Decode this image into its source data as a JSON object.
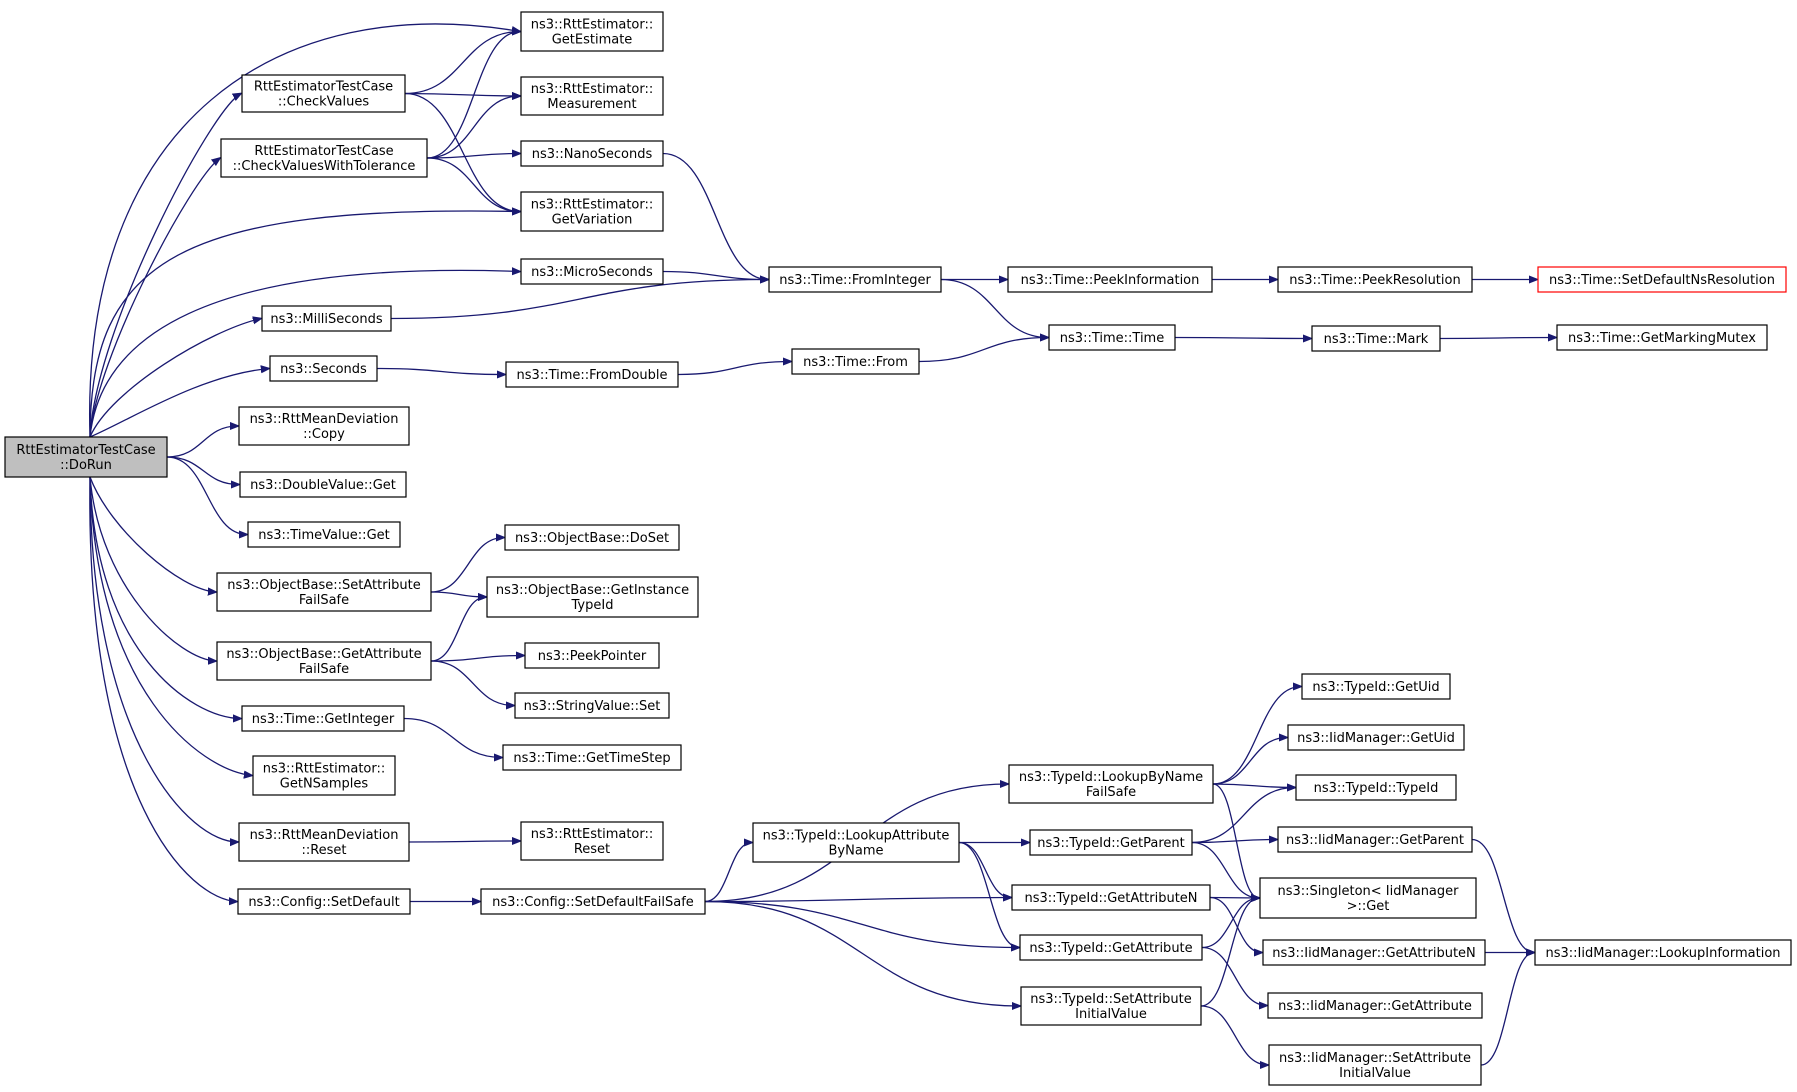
{
  "nodes": [
    {
      "id": "root",
      "lines": [
        "RttEstimatorTestCase",
        "::DoRun"
      ],
      "style": "root"
    },
    {
      "id": "checkvalues",
      "lines": [
        "RttEstimatorTestCase",
        "::CheckValues"
      ]
    },
    {
      "id": "checkvaluestol",
      "lines": [
        "RttEstimatorTestCase",
        "::CheckValuesWithTolerance"
      ]
    },
    {
      "id": "millis",
      "lines": [
        "ns3::MilliSeconds"
      ]
    },
    {
      "id": "seconds",
      "lines": [
        "ns3::Seconds"
      ]
    },
    {
      "id": "rmd_copy",
      "lines": [
        "ns3::RttMeanDeviation",
        "::Copy"
      ]
    },
    {
      "id": "dv_get",
      "lines": [
        "ns3::DoubleValue::Get"
      ]
    },
    {
      "id": "tv_get",
      "lines": [
        "ns3::TimeValue::Get"
      ]
    },
    {
      "id": "ob_setattr",
      "lines": [
        "ns3::ObjectBase::SetAttribute",
        "FailSafe"
      ]
    },
    {
      "id": "ob_getattr",
      "lines": [
        "ns3::ObjectBase::GetAttribute",
        "FailSafe"
      ]
    },
    {
      "id": "time_getinteger",
      "lines": [
        "ns3::Time::GetInteger"
      ]
    },
    {
      "id": "re_getnsamples",
      "lines": [
        "ns3::RttEstimator::",
        "GetNSamples"
      ]
    },
    {
      "id": "rmd_reset",
      "lines": [
        "ns3::RttMeanDeviation",
        "::Reset"
      ]
    },
    {
      "id": "cfg_setdefault",
      "lines": [
        "ns3::Config::SetDefault"
      ]
    },
    {
      "id": "re_getestimate",
      "lines": [
        "ns3::RttEstimator::",
        "GetEstimate"
      ]
    },
    {
      "id": "re_measurement",
      "lines": [
        "ns3::RttEstimator::",
        "Measurement"
      ]
    },
    {
      "id": "nanos",
      "lines": [
        "ns3::NanoSeconds"
      ]
    },
    {
      "id": "re_getvariation",
      "lines": [
        "ns3::RttEstimator::",
        "GetVariation"
      ]
    },
    {
      "id": "micros",
      "lines": [
        "ns3::MicroSeconds"
      ]
    },
    {
      "id": "time_fromdouble",
      "lines": [
        "ns3::Time::FromDouble"
      ]
    },
    {
      "id": "ob_doset",
      "lines": [
        "ns3::ObjectBase::DoSet"
      ]
    },
    {
      "id": "ob_getinstancetypeid",
      "lines": [
        "ns3::ObjectBase::GetInstance",
        "TypeId"
      ]
    },
    {
      "id": "peekpointer",
      "lines": [
        "ns3::PeekPointer"
      ]
    },
    {
      "id": "sv_set",
      "lines": [
        "ns3::StringValue::Set"
      ]
    },
    {
      "id": "time_gettimestep",
      "lines": [
        "ns3::Time::GetTimeStep"
      ]
    },
    {
      "id": "re_reset",
      "lines": [
        "ns3::RttEstimator::",
        "Reset"
      ]
    },
    {
      "id": "cfg_setdefaultfailsafe",
      "lines": [
        "ns3::Config::SetDefaultFailSafe"
      ]
    },
    {
      "id": "time_frominteger",
      "lines": [
        "ns3::Time::FromInteger"
      ]
    },
    {
      "id": "time_from",
      "lines": [
        "ns3::Time::From"
      ]
    },
    {
      "id": "tid_lookupattr",
      "lines": [
        "ns3::TypeId::LookupAttribute",
        "ByName"
      ]
    },
    {
      "id": "time_peekinfo",
      "lines": [
        "ns3::Time::PeekInformation"
      ]
    },
    {
      "id": "time_time",
      "lines": [
        "ns3::Time::Time"
      ]
    },
    {
      "id": "tid_lookupbyname",
      "lines": [
        "ns3::TypeId::LookupByName",
        "FailSafe"
      ]
    },
    {
      "id": "tid_getparent",
      "lines": [
        "ns3::TypeId::GetParent"
      ]
    },
    {
      "id": "tid_getattrn",
      "lines": [
        "ns3::TypeId::GetAttributeN"
      ]
    },
    {
      "id": "tid_getattr",
      "lines": [
        "ns3::TypeId::GetAttribute"
      ]
    },
    {
      "id": "tid_setattrinit",
      "lines": [
        "ns3::TypeId::SetAttribute",
        "InitialValue"
      ]
    },
    {
      "id": "time_peekres",
      "lines": [
        "ns3::Time::PeekResolution"
      ]
    },
    {
      "id": "time_mark",
      "lines": [
        "ns3::Time::Mark"
      ]
    },
    {
      "id": "tid_getuid",
      "lines": [
        "ns3::TypeId::GetUid"
      ]
    },
    {
      "id": "iid_getuid",
      "lines": [
        "ns3::IidManager::GetUid"
      ]
    },
    {
      "id": "tid_typeid",
      "lines": [
        "ns3::TypeId::TypeId"
      ]
    },
    {
      "id": "iid_getparent",
      "lines": [
        "ns3::IidManager::GetParent"
      ]
    },
    {
      "id": "singleton_get",
      "lines": [
        "ns3::Singleton< IidManager",
        ">::Get"
      ]
    },
    {
      "id": "iid_getattrn",
      "lines": [
        "ns3::IidManager::GetAttributeN"
      ]
    },
    {
      "id": "iid_getattr",
      "lines": [
        "ns3::IidManager::GetAttribute"
      ]
    },
    {
      "id": "iid_setattrinit",
      "lines": [
        "ns3::IidManager::SetAttribute",
        "InitialValue"
      ]
    },
    {
      "id": "time_setdefaultnsres",
      "lines": [
        "ns3::Time::SetDefaultNsResolution"
      ],
      "style": "red"
    },
    {
      "id": "time_getmarkingmutex",
      "lines": [
        "ns3::Time::GetMarkingMutex"
      ]
    },
    {
      "id": "iid_lookupinfo",
      "lines": [
        "ns3::IidManager::LookupInformation"
      ]
    }
  ],
  "edges": [
    [
      "root",
      "re_getestimate"
    ],
    [
      "root",
      "checkvalues"
    ],
    [
      "root",
      "checkvaluestol"
    ],
    [
      "root",
      "re_getvariation"
    ],
    [
      "root",
      "micros"
    ],
    [
      "root",
      "millis"
    ],
    [
      "root",
      "seconds"
    ],
    [
      "root",
      "rmd_copy"
    ],
    [
      "root",
      "dv_get"
    ],
    [
      "root",
      "tv_get"
    ],
    [
      "root",
      "ob_setattr"
    ],
    [
      "root",
      "ob_getattr"
    ],
    [
      "root",
      "time_getinteger"
    ],
    [
      "root",
      "re_getnsamples"
    ],
    [
      "root",
      "rmd_reset"
    ],
    [
      "root",
      "cfg_setdefault"
    ],
    [
      "checkvalues",
      "re_getestimate"
    ],
    [
      "checkvalues",
      "re_measurement"
    ],
    [
      "checkvalues",
      "re_getvariation"
    ],
    [
      "checkvaluestol",
      "re_getestimate"
    ],
    [
      "checkvaluestol",
      "re_measurement"
    ],
    [
      "checkvaluestol",
      "nanos"
    ],
    [
      "checkvaluestol",
      "re_getvariation"
    ],
    [
      "nanos",
      "time_frominteger"
    ],
    [
      "micros",
      "time_frominteger"
    ],
    [
      "millis",
      "time_frominteger"
    ],
    [
      "seconds",
      "time_fromdouble"
    ],
    [
      "time_fromdouble",
      "time_from"
    ],
    [
      "time_from",
      "time_time"
    ],
    [
      "time_frominteger",
      "time_peekinfo"
    ],
    [
      "time_frominteger",
      "time_time"
    ],
    [
      "time_peekinfo",
      "time_peekres"
    ],
    [
      "time_peekres",
      "time_setdefaultnsres"
    ],
    [
      "time_time",
      "time_mark"
    ],
    [
      "time_mark",
      "time_getmarkingmutex"
    ],
    [
      "ob_setattr",
      "ob_doset"
    ],
    [
      "ob_setattr",
      "ob_getinstancetypeid"
    ],
    [
      "ob_getattr",
      "ob_getinstancetypeid"
    ],
    [
      "ob_getattr",
      "peekpointer"
    ],
    [
      "ob_getattr",
      "sv_set"
    ],
    [
      "time_getinteger",
      "time_gettimestep"
    ],
    [
      "rmd_reset",
      "re_reset"
    ],
    [
      "cfg_setdefault",
      "cfg_setdefaultfailsafe"
    ],
    [
      "cfg_setdefaultfailsafe",
      "tid_lookupbyname"
    ],
    [
      "cfg_setdefaultfailsafe",
      "tid_lookupattr"
    ],
    [
      "cfg_setdefaultfailsafe",
      "tid_getattrn"
    ],
    [
      "cfg_setdefaultfailsafe",
      "tid_getattr"
    ],
    [
      "cfg_setdefaultfailsafe",
      "tid_setattrinit"
    ],
    [
      "tid_lookupattr",
      "tid_getparent"
    ],
    [
      "tid_lookupattr",
      "tid_getattrn"
    ],
    [
      "tid_lookupattr",
      "tid_getattr"
    ],
    [
      "tid_lookupbyname",
      "tid_getuid"
    ],
    [
      "tid_lookupbyname",
      "iid_getuid"
    ],
    [
      "tid_lookupbyname",
      "tid_typeid"
    ],
    [
      "tid_lookupbyname",
      "singleton_get"
    ],
    [
      "tid_getparent",
      "tid_typeid"
    ],
    [
      "tid_getparent",
      "iid_getparent"
    ],
    [
      "tid_getparent",
      "singleton_get"
    ],
    [
      "tid_getattrn",
      "singleton_get"
    ],
    [
      "tid_getattrn",
      "iid_getattrn"
    ],
    [
      "tid_getattr",
      "singleton_get"
    ],
    [
      "tid_getattr",
      "iid_getattr"
    ],
    [
      "tid_setattrinit",
      "singleton_get"
    ],
    [
      "tid_setattrinit",
      "iid_setattrinit"
    ],
    [
      "iid_getparent",
      "iid_lookupinfo"
    ],
    [
      "iid_getattrn",
      "iid_lookupinfo"
    ],
    [
      "iid_setattrinit",
      "iid_lookupinfo"
    ]
  ]
}
